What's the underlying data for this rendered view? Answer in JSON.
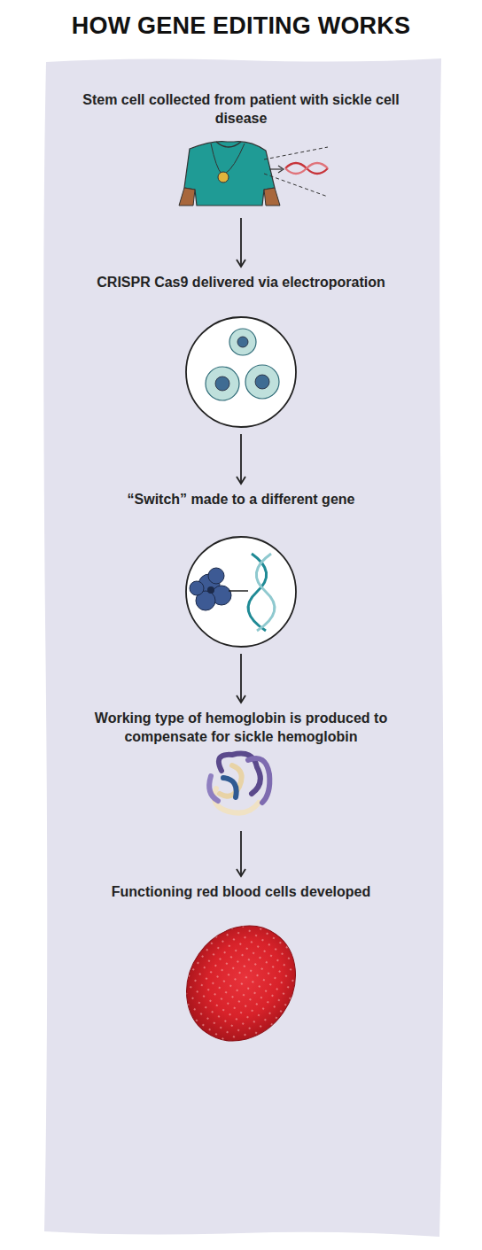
{
  "diagram": {
    "title": "HOW GENE EDITING WORKS",
    "nodes": [
      {
        "text": [
          "Stem cell collected from patient with sickle cell disease"
        ]
      },
      {
        "text": [
          "CRISPR Cas9 delivered via electroporation"
        ]
      },
      {
        "text": [
          "“Switch” made to a different gene"
        ]
      },
      {
        "text": [
          "Working type of hemoglobin is produced to compensate for sickle hemoglobin"
        ]
      },
      {
        "text": [
          "Functioning red blood cells developed"
        ]
      }
    ],
    "edges": [
      {
        "from": 0,
        "to": 1,
        "arrow": "to"
      },
      {
        "from": 1,
        "to": 2,
        "arrow": "to"
      },
      {
        "from": 2,
        "to": 3,
        "arrow": "to"
      },
      {
        "from": 3,
        "to": 4,
        "arrow": "to"
      }
    ]
  }
}
